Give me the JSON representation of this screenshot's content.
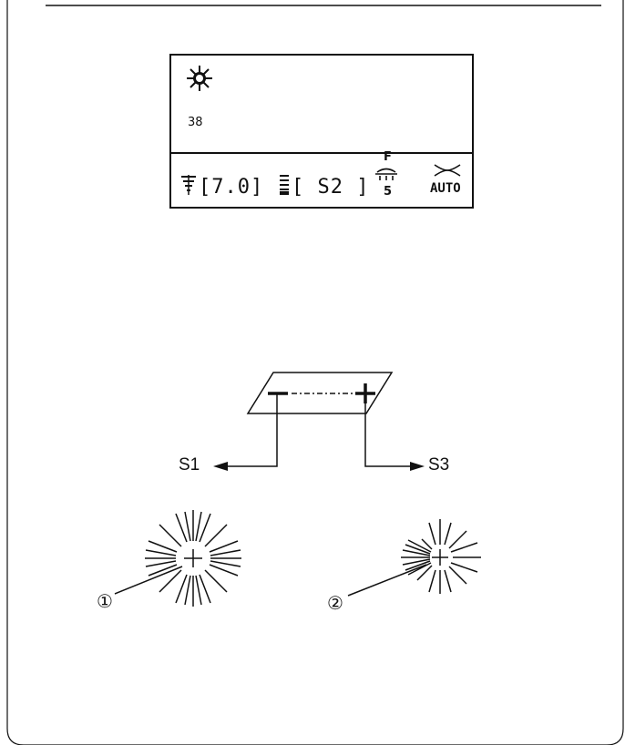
{
  "lcd": {
    "value": "38",
    "width_setting": "[7.0]",
    "length_setting": "[ S2 ]",
    "foot_letter": "F",
    "foot_number": "5",
    "auto_label": "AUTO"
  },
  "scale": {
    "minus": "−",
    "plus": "+",
    "left_target": "S1",
    "right_target": "S3"
  },
  "callouts": {
    "one": "①",
    "two": "②"
  },
  "icons": [
    "sun-icon",
    "width-icon",
    "length-icon",
    "presser-foot-icon",
    "thread-cutter-icon",
    "tension-starburst-icon"
  ]
}
